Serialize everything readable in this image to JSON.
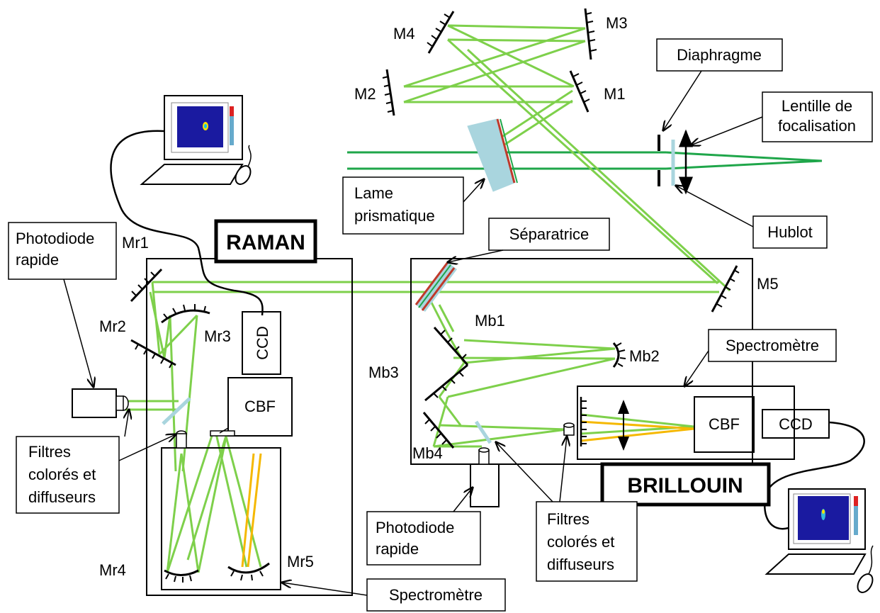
{
  "colors": {
    "beam_green": "#7ed04b",
    "beam_dark_green": "#1fa64a",
    "beam_orange": "#f5b800",
    "optic_blue": "#a9d5de",
    "separator_red": "#c0392b"
  },
  "labels": {
    "m1": "M1",
    "m2": "M2",
    "m3": "M3",
    "m4": "M4",
    "m5": "M5",
    "mr1": "Mr1",
    "mr2": "Mr2",
    "mr3": "Mr3",
    "mr4": "Mr4",
    "mr5": "Mr5",
    "mb1": "Mb1",
    "mb2": "Mb2",
    "mb3": "Mb3",
    "mb4": "Mb4"
  },
  "systems": {
    "raman": "RAMAN",
    "brillouin": "BRILLOUIN"
  },
  "components": {
    "ccd_raman": "CCD",
    "cbf_raman": "CBF",
    "cbf_brillouin": "CBF",
    "ccd_brillouin": "CCD"
  },
  "callouts": {
    "diaphragme": "Diaphragme",
    "lentille_line1": "Lentille de",
    "lentille_line2": "focalisation",
    "lame_line1": "Lame",
    "lame_line2": "prismatique",
    "hublot": "Hublot",
    "separatrice": "Séparatrice",
    "photodiode_left_line1": "Photodiode",
    "photodiode_left_line2": "rapide",
    "filtres_left_line1": "Filtres",
    "filtres_left_line2": "colorés et",
    "filtres_left_line3": "diffuseurs",
    "spectrometre_top": "Spectromètre",
    "photodiode_mid_line1": "Photodiode",
    "photodiode_mid_line2": "rapide",
    "filtres_mid_line1": "Filtres",
    "filtres_mid_line2": "colorés et",
    "filtres_mid_line3": "diffuseurs",
    "spectrometre_bottom": "Spectromètre"
  }
}
